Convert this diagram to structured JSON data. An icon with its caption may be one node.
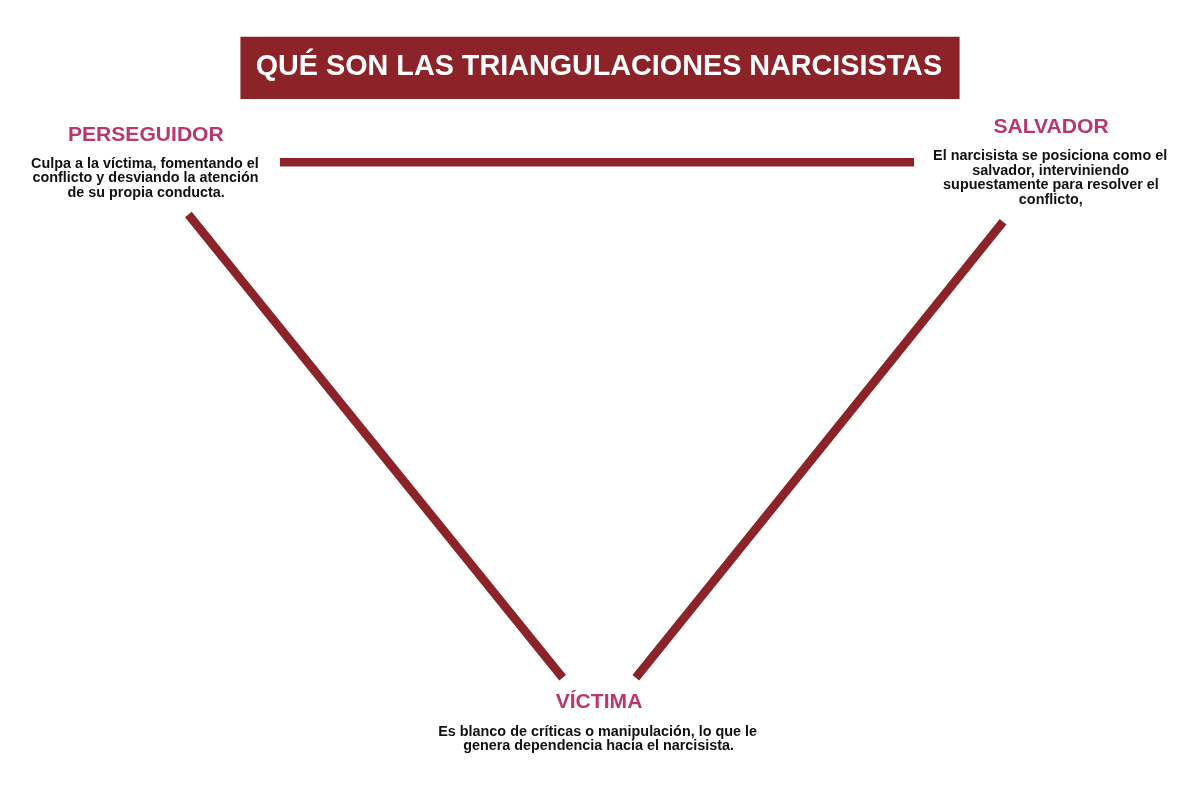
{
  "diagram": {
    "title": "QUÉ SON LAS TRIANGULACIONES NARCISISTAS",
    "nodes": [
      {
        "text": [
          "PERSEGUIDOR",
          "Culpa a la víctima, fomentando el conflicto y desviando la atención de su propia conducta."
        ]
      },
      {
        "text": [
          "SALVADOR",
          "El narcisista se posiciona como el salvador, interviniendo supuestamente para resolver el conflicto,"
        ]
      },
      {
        "text": [
          "VÍCTIMA",
          "Es blanco de críticas o manipulación, lo que le genera dependencia hacia el narcisista."
        ]
      }
    ],
    "edges": [
      {
        "from": 0,
        "to": 1,
        "arrow": "none"
      },
      {
        "from": 1,
        "to": 2,
        "arrow": "none"
      },
      {
        "from": 2,
        "to": 0,
        "arrow": "none"
      }
    ]
  }
}
